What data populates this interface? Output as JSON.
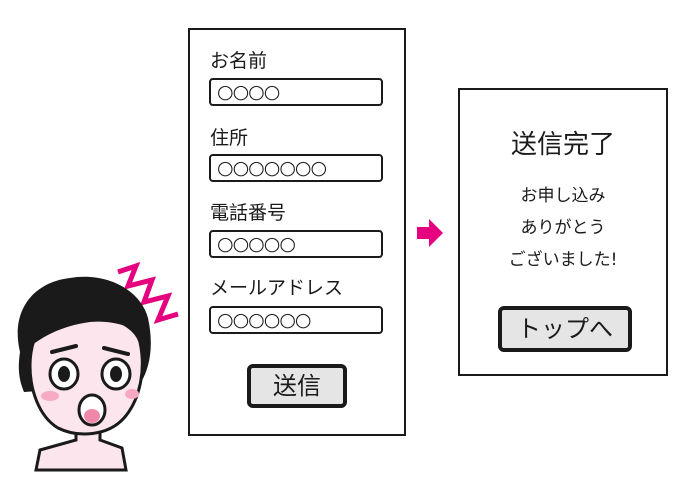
{
  "form": {
    "fields": [
      {
        "label": "お名前",
        "value": "○○○○"
      },
      {
        "label": "住所",
        "value": "○○○○○○○"
      },
      {
        "label": "電話番号",
        "value": "○○○○○"
      },
      {
        "label": "メールアドレス",
        "value": "○○○○○○"
      }
    ],
    "submit_label": "送信"
  },
  "completion": {
    "title": "送信完了",
    "message_lines": [
      "お申し込み",
      "ありがとう",
      "ございました!"
    ],
    "top_button_label": "トップへ"
  },
  "icons": {
    "arrow": "right-arrow-icon",
    "person": "surprised-person-illustration",
    "shock": "shock-zigzag-icon"
  },
  "colors": {
    "arrow": "#e4007f",
    "shock": "#e4007f",
    "skin": "#fde5ee",
    "cheek": "#f7a9c4",
    "mouth": "#ef87a9",
    "ink": "#1a1a1a",
    "button_fill": "#e5e5e5"
  }
}
